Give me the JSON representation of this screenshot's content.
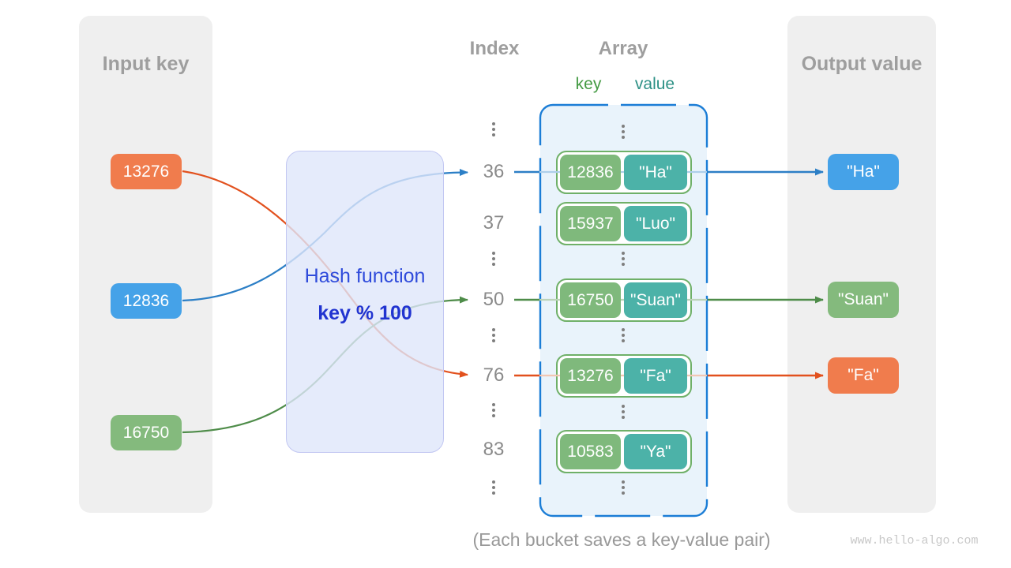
{
  "input_panel": {
    "title": "Input key",
    "keys": [
      {
        "label": "13276",
        "color": "#F07C4D"
      },
      {
        "label": "12836",
        "color": "#45A2E8"
      },
      {
        "label": "16750",
        "color": "#84BA7D"
      }
    ]
  },
  "hash": {
    "label": "Hash function",
    "formula": "key % 100"
  },
  "index_column": {
    "title": "Index",
    "values": [
      "36",
      "37",
      "50",
      "76",
      "83"
    ]
  },
  "array": {
    "title": "Array",
    "key_header": "key",
    "value_header": "value",
    "buckets": [
      {
        "key": "12836",
        "value": "\"Ha\""
      },
      {
        "key": "15937",
        "value": "\"Luo\""
      },
      {
        "key": "16750",
        "value": "\"Suan\""
      },
      {
        "key": "13276",
        "value": "\"Fa\""
      },
      {
        "key": "10583",
        "value": "\"Ya\""
      }
    ]
  },
  "output_panel": {
    "title": "Output value",
    "values": [
      {
        "label": "\"Ha\"",
        "color": "#45A2E8"
      },
      {
        "label": "\"Suan\"",
        "color": "#84BA7D"
      },
      {
        "label": "\"Fa\"",
        "color": "#F07C4D"
      }
    ]
  },
  "caption": "(Each bucket saves a key-value pair)",
  "watermark": "www.hello-algo.com",
  "colors": {
    "panel_bg": "#EFEFEF",
    "heading_gray": "#9E9E9E",
    "key_header_green": "#449A43",
    "value_header_teal": "#2E9186",
    "arrow_blue": "#2C7FC6",
    "arrow_green": "#4E8C49",
    "arrow_orange": "#E2511E",
    "array_border_blue": "#1B7DD6",
    "array_fill": "#E9F3FB",
    "bucket_border_green": "#6FB068",
    "bucket_key_green": "#7FB97C",
    "bucket_value_teal": "#4CB2A8",
    "hash_text_blue": "#2F4BDB"
  }
}
